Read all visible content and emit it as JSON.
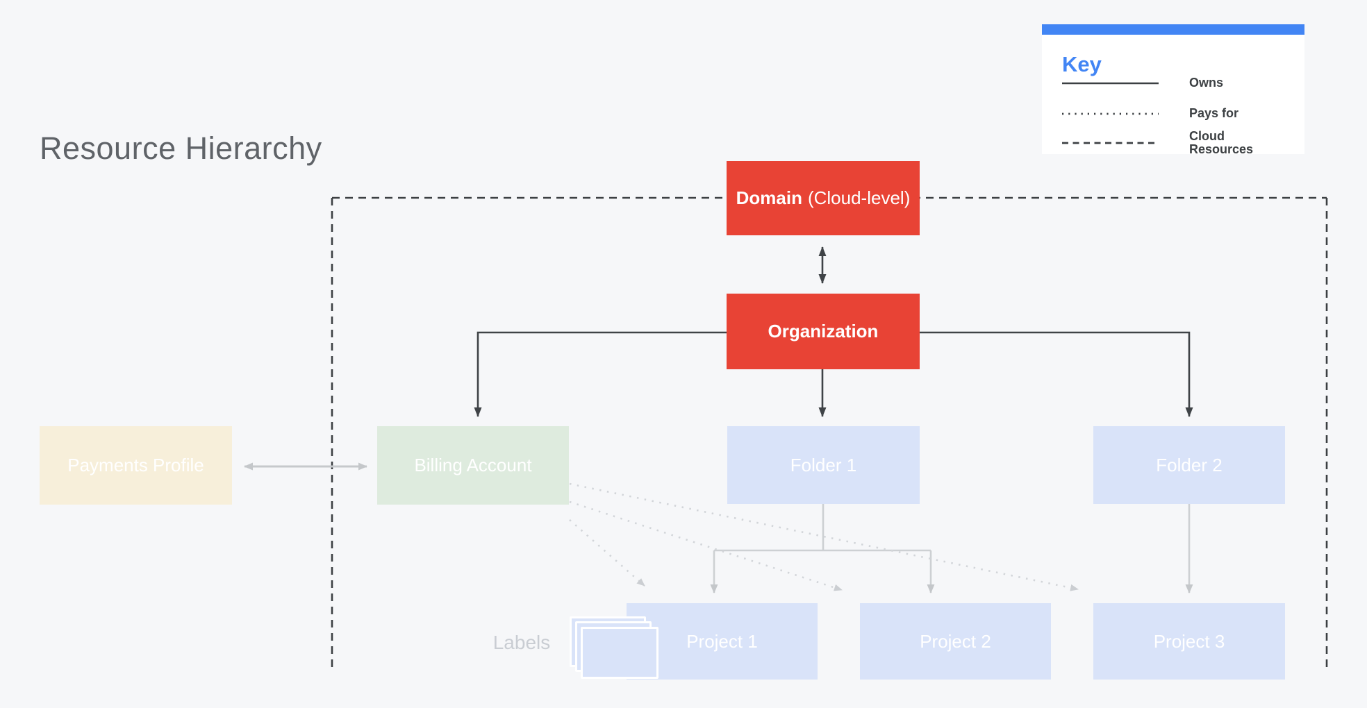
{
  "title": "Resource Hierarchy",
  "key": {
    "title": "Key",
    "items": [
      {
        "style": "solid",
        "label": "Owns"
      },
      {
        "style": "dotted",
        "label": "Pays for"
      },
      {
        "style": "dashed",
        "label": "Cloud Resources"
      }
    ]
  },
  "nodes": {
    "domain": {
      "label_bold": "Domain",
      "label_rest": "(Cloud-level)"
    },
    "organization": {
      "label": "Organization"
    },
    "payments_profile": {
      "label": "Payments Profile"
    },
    "billing_account": {
      "label": "Billing Account"
    },
    "folder1": {
      "label": "Folder 1"
    },
    "folder2": {
      "label": "Folder 2"
    },
    "project1": {
      "label": "Project 1"
    },
    "project2": {
      "label": "Project 2"
    },
    "project3": {
      "label": "Project 3"
    }
  },
  "labels_caption": "Labels",
  "edges": [
    {
      "from": "domain",
      "to": "organization",
      "type": "owns",
      "bidirectional": true
    },
    {
      "from": "organization",
      "to": "billing_account",
      "type": "owns"
    },
    {
      "from": "organization",
      "to": "folder1",
      "type": "owns"
    },
    {
      "from": "organization",
      "to": "folder2",
      "type": "owns"
    },
    {
      "from": "payments_profile",
      "to": "billing_account",
      "type": "linked",
      "bidirectional": true
    },
    {
      "from": "folder1",
      "to": "project1",
      "type": "contains"
    },
    {
      "from": "folder1",
      "to": "project2",
      "type": "contains"
    },
    {
      "from": "folder2",
      "to": "project3",
      "type": "contains"
    },
    {
      "from": "billing_account",
      "to": "project1",
      "type": "pays_for"
    },
    {
      "from": "billing_account",
      "to": "project2",
      "type": "pays_for"
    },
    {
      "from": "billing_account",
      "to": "project3",
      "type": "pays_for"
    }
  ],
  "colors": {
    "background": "#F6F7F9",
    "accent_blue": "#4285F4",
    "node_red": "#E84335",
    "node_blue": "#D9E3F9",
    "node_green": "#DEEBDE",
    "node_cream": "#F7EFDA",
    "line_dark": "#3F4347",
    "line_gray": "#C6C9CC",
    "line_light_gray": "#CDD0D3",
    "line_dotted": "#D2D5D9",
    "title_gray": "#5F6368",
    "labels_caption_gray": "#C9CDD3"
  }
}
